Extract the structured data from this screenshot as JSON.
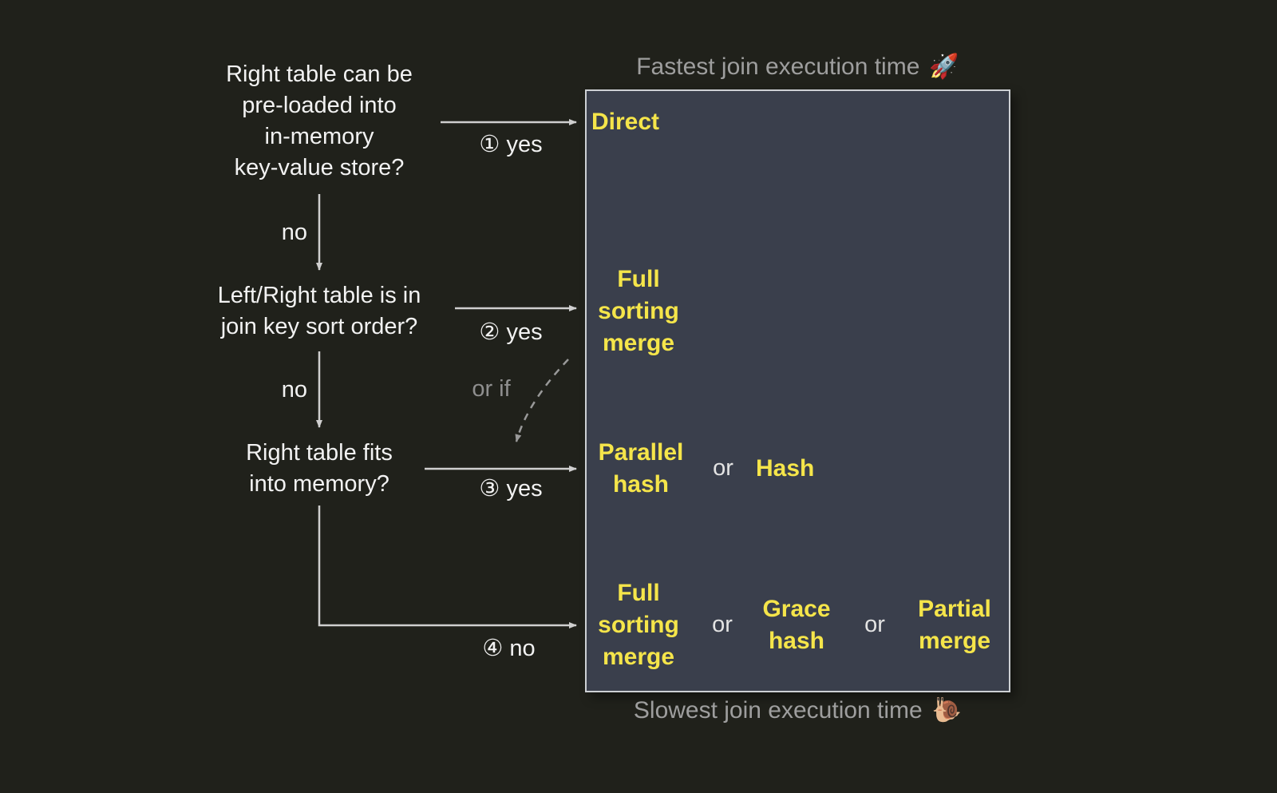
{
  "colors": {
    "background": "#20211b",
    "panel_background": "#3a3f4c",
    "panel_border": "#cdd0d4",
    "accent_yellow": "#f5e54a",
    "question_text": "#f2f2f2",
    "caption_gray": "#9e9e9e",
    "arrow_gray": "#cfcfcf"
  },
  "captions": {
    "top": {
      "text": "Fastest join execution time",
      "icon": "🚀"
    },
    "bottom": {
      "text": "Slowest join execution time",
      "icon": "🐌"
    }
  },
  "questions": [
    {
      "text": "Right table can be\npre-loaded into\nin-memory\nkey-value store?"
    },
    {
      "text": "Left/Right table is in\njoin key sort order?"
    },
    {
      "text": "Right table fits\ninto memory?"
    }
  ],
  "edge_labels": {
    "yes1": "① yes",
    "no1": "no",
    "yes2": "② yes",
    "no2": "no",
    "yes3": "③ yes",
    "or_if": "or if",
    "no4": "④  no"
  },
  "algorithms": {
    "direct": "Direct",
    "full_sorting_merge_1": "Full\nsorting\nmerge",
    "parallel_hash": "Parallel\nhash",
    "or1": "or",
    "hash": "Hash",
    "full_sorting_merge_2": "Full\nsorting\nmerge",
    "or2": "or",
    "grace_hash": "Grace\nhash",
    "or3": "or",
    "partial_merge": "Partial\nmerge"
  }
}
